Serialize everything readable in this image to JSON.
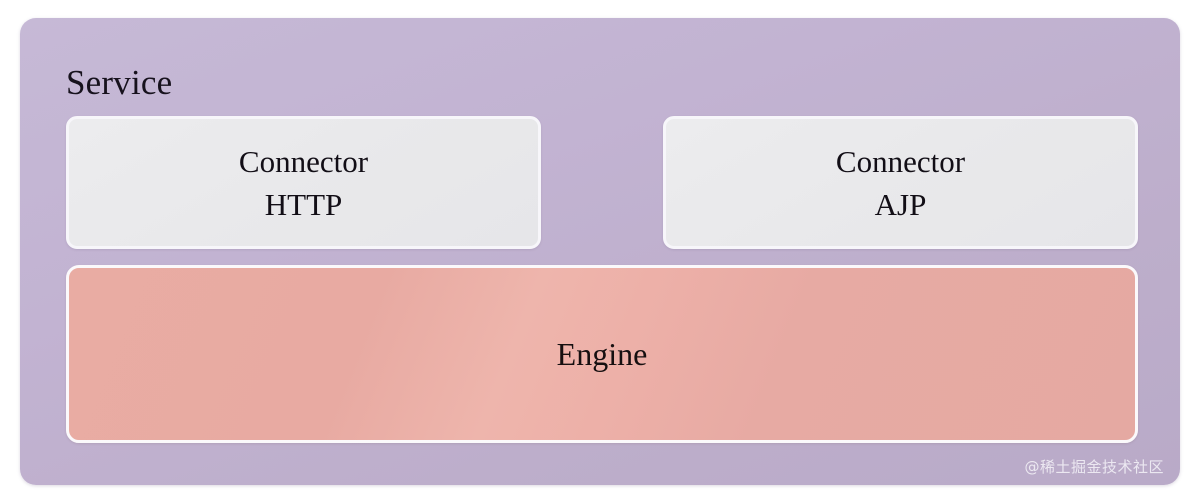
{
  "diagram": {
    "title": "Service",
    "panel_color": "#c0b2d0",
    "connectors": [
      {
        "name": "Connector",
        "protocol": "HTTP"
      },
      {
        "name": "Connector",
        "protocol": "AJP"
      }
    ],
    "engine": {
      "label": "Engine",
      "color": "#e8ada4"
    },
    "watermark": "@稀土掘金技术社区"
  }
}
